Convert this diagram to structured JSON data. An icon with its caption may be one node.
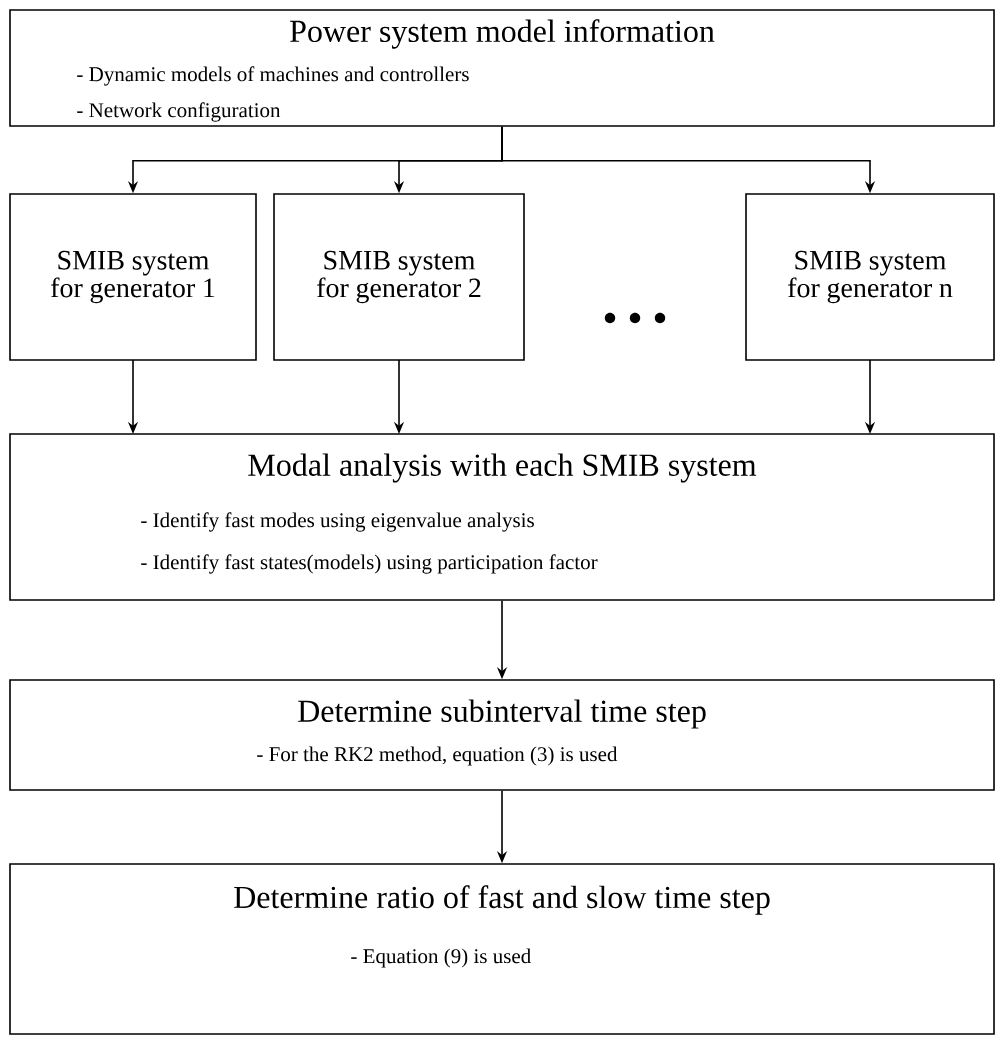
{
  "diagram": {
    "nodes": [
      {
        "text": [
          "Power system model information",
          "- Dynamic models of machines and controllers",
          "- Network configuration"
        ]
      },
      {
        "text": [
          "SMIB system for generator 1"
        ]
      },
      {
        "text": [
          "SMIB system for generator 2"
        ]
      },
      {
        "text": [
          "SMIB system for generator n"
        ]
      },
      {
        "text": [
          "Modal analysis with each SMIB system",
          "- Identify fast modes using eigenvalue analysis",
          "- Identify fast states(models) using participation factor"
        ]
      },
      {
        "text": [
          "Determine subinterval time step",
          "- For the RK2 method, equation (3) is used"
        ]
      },
      {
        "text": [
          "Determine ratio of fast and slow time step",
          "- Equation (9) is used"
        ]
      }
    ],
    "edges": [
      {
        "from": 0,
        "to": 1,
        "arrow": "to"
      },
      {
        "from": 0,
        "to": 2,
        "arrow": "to"
      },
      {
        "from": 0,
        "to": 3,
        "arrow": "to"
      },
      {
        "from": 1,
        "to": 4,
        "arrow": "to"
      },
      {
        "from": 2,
        "to": 4,
        "arrow": "to"
      },
      {
        "from": 3,
        "to": 4,
        "arrow": "to"
      },
      {
        "from": 4,
        "to": 5,
        "arrow": "to"
      },
      {
        "from": 5,
        "to": 6,
        "arrow": "to"
      }
    ]
  }
}
